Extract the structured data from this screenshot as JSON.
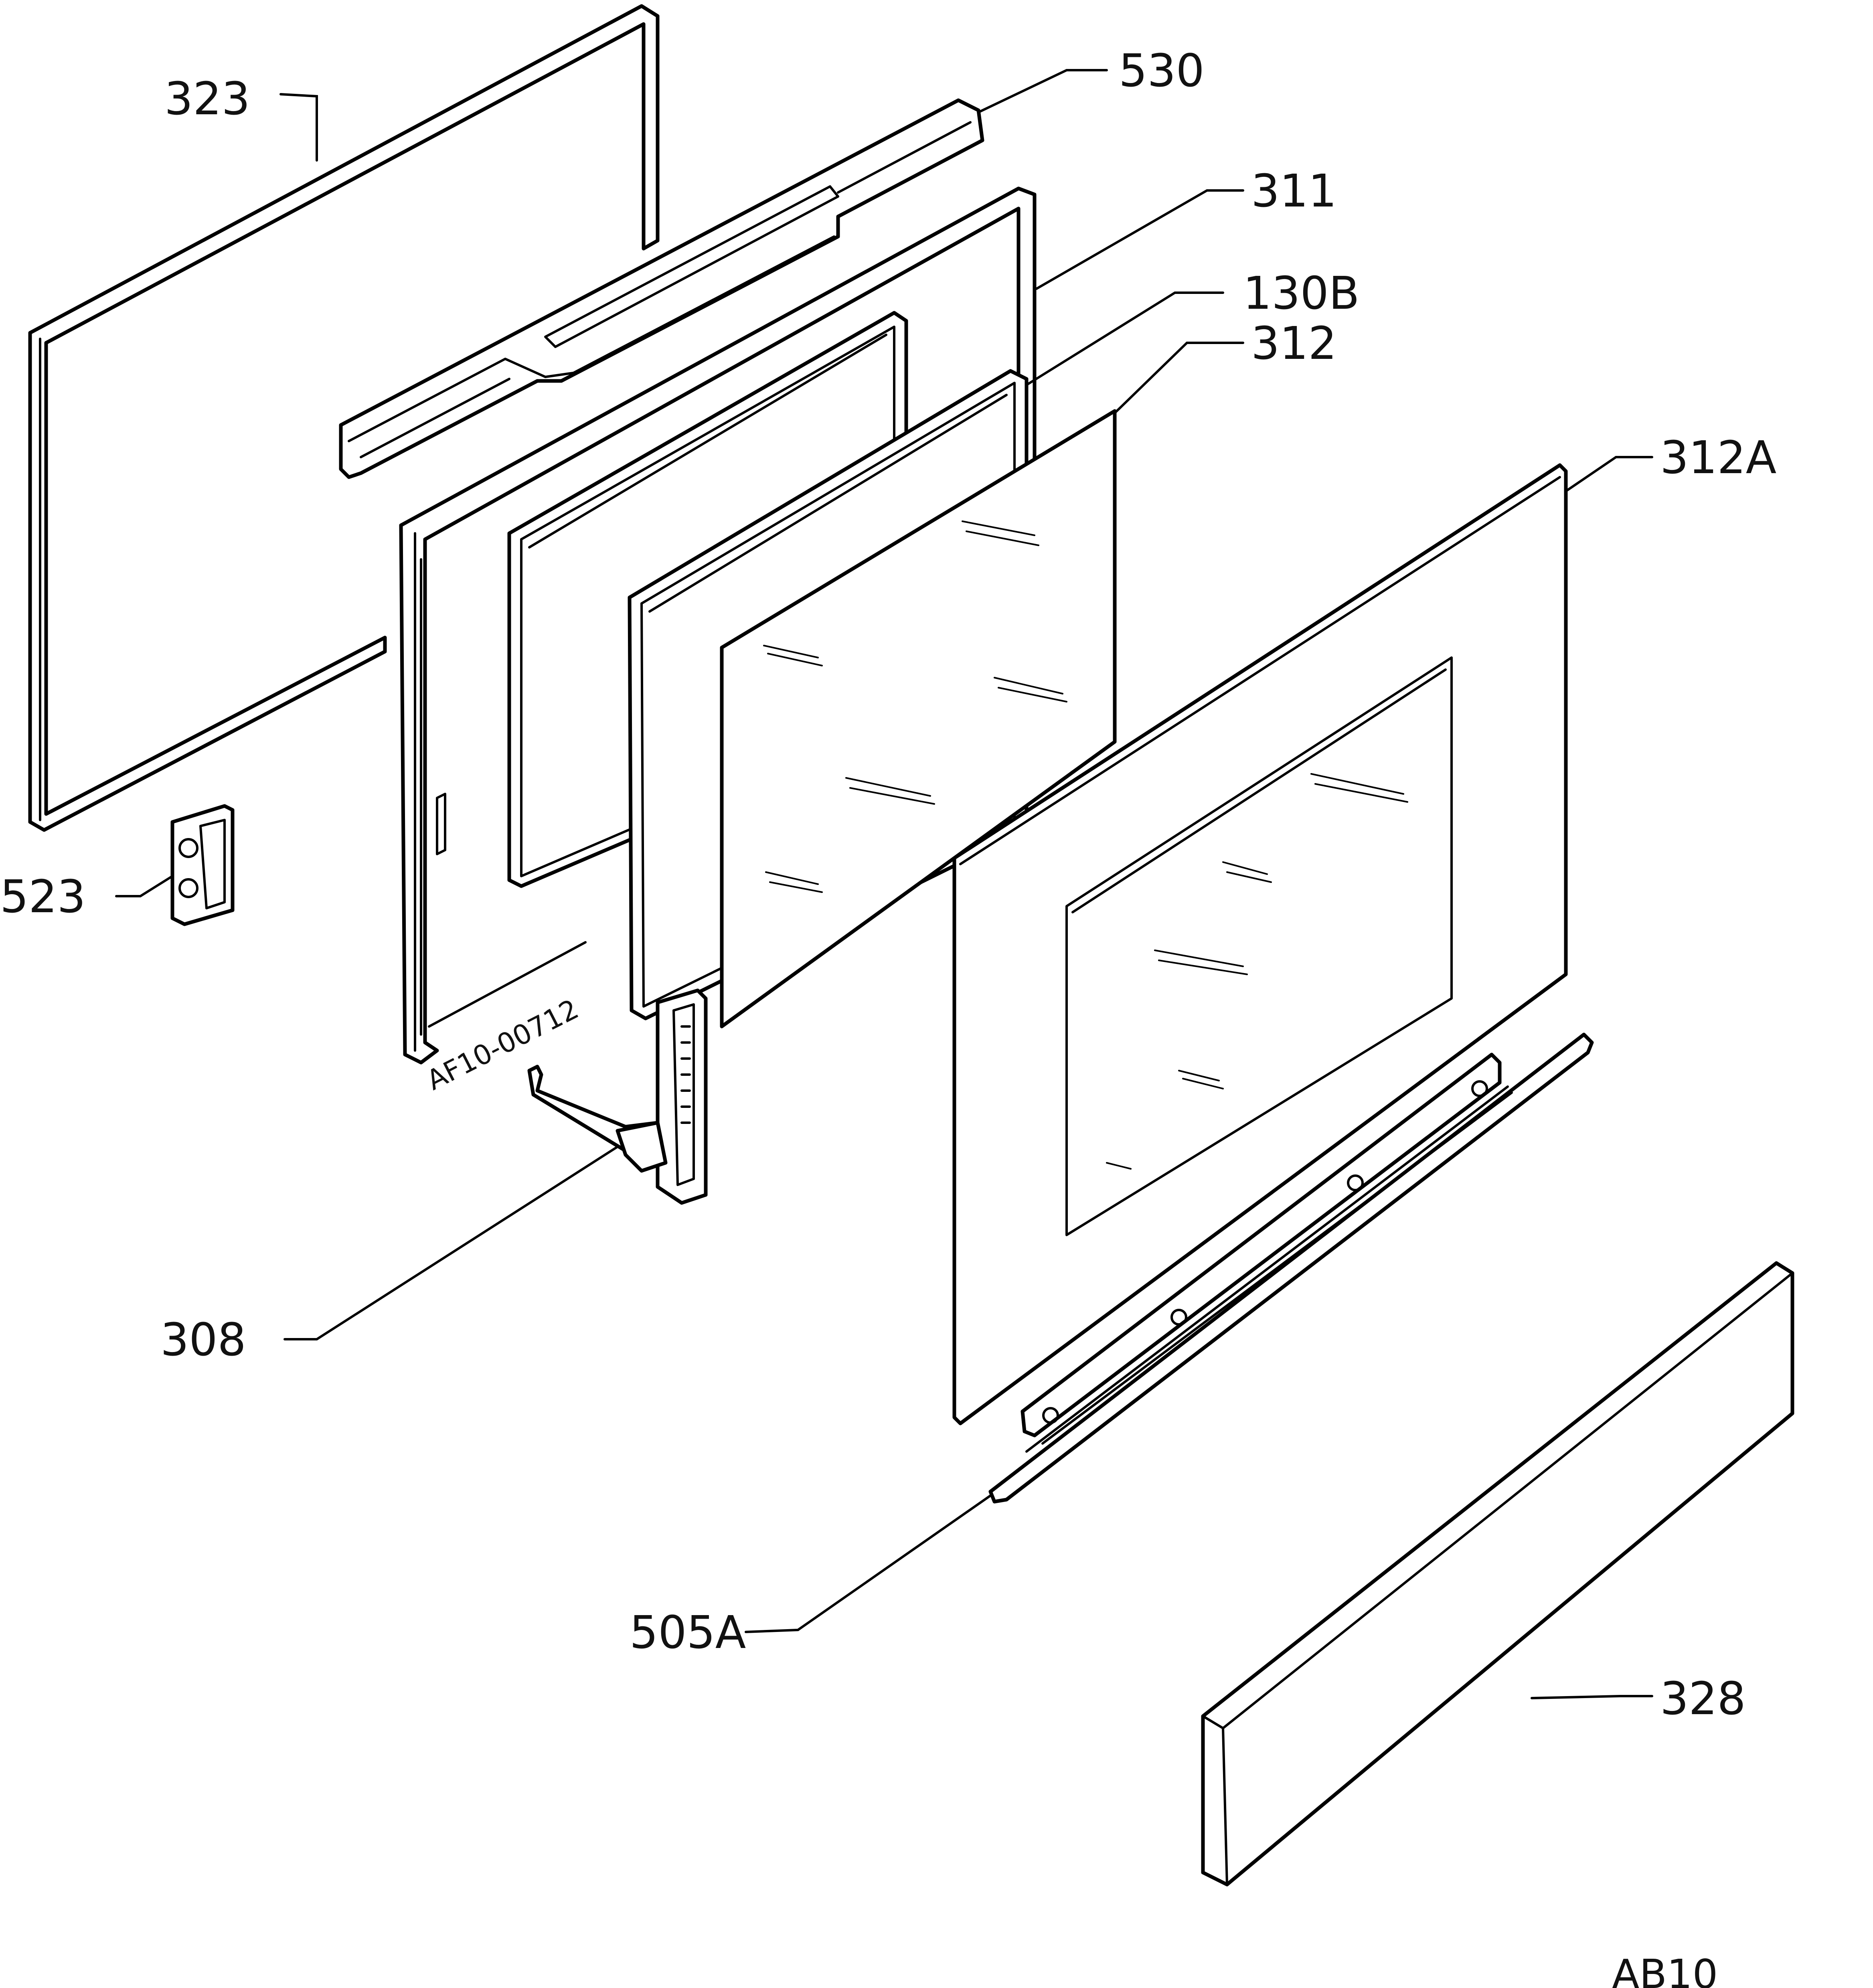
{
  "callouts": [
    {
      "id": "323",
      "label": "323"
    },
    {
      "id": "530",
      "label": "530"
    },
    {
      "id": "311",
      "label": "311"
    },
    {
      "id": "130B",
      "label": "130B"
    },
    {
      "id": "312",
      "label": "312"
    },
    {
      "id": "312A",
      "label": "312A"
    },
    {
      "id": "523",
      "label": "523"
    },
    {
      "id": "308",
      "label": "308"
    },
    {
      "id": "505A",
      "label": "505A"
    },
    {
      "id": "328",
      "label": "328"
    }
  ],
  "drawing_code": "AF10-00712",
  "page_ref": "AB10"
}
